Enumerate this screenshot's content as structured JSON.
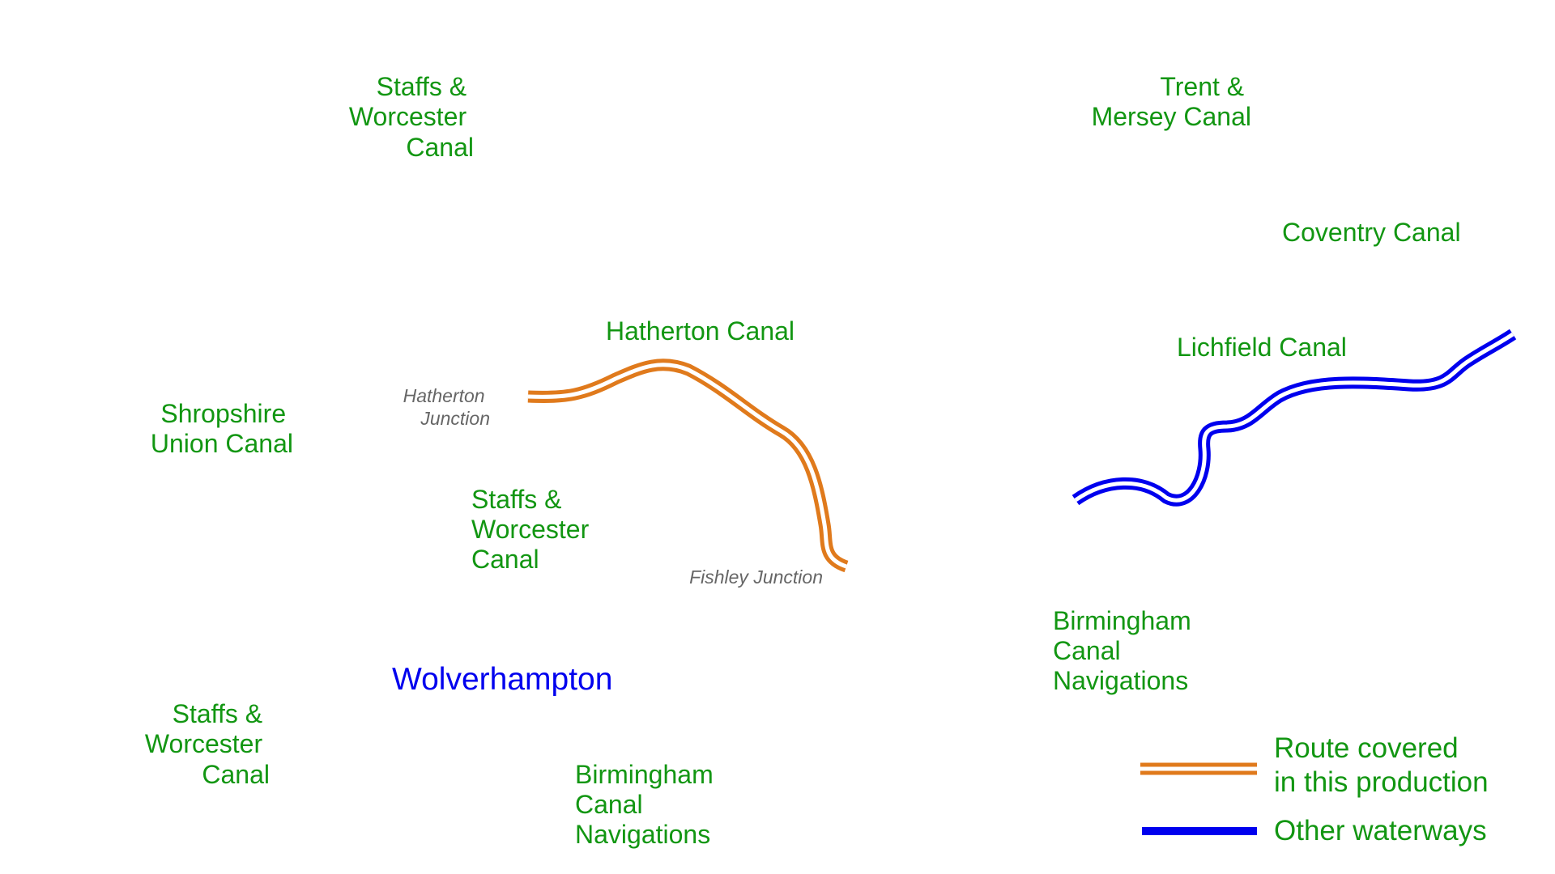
{
  "colors": {
    "waterway": "#0000ee",
    "route": "#e07a1c",
    "canal_label": "#129612",
    "city_label": "#0000ee",
    "junction_label": "#666666",
    "background": "#ffffff"
  },
  "labels": {
    "staffs_worcester_north": [
      "Staffs &",
      "Worcester",
      "Canal"
    ],
    "trent_mersey": [
      "Trent &",
      "Mersey Canal"
    ],
    "coventry": "Coventry Canal",
    "hatherton_canal": "Hatherton Canal",
    "lichfield": "Lichfield Canal",
    "shropshire_union": [
      "Shropshire",
      "Union Canal"
    ],
    "staffs_worcester_middle": [
      "Staffs &",
      "Worcester",
      "Canal"
    ],
    "staffs_worcester_south": [
      "Staffs &",
      "Worcester",
      "Canal"
    ],
    "birmingham_east": [
      "Birmingham",
      "Canal",
      "Navigations"
    ],
    "birmingham_south": [
      "Birmingham",
      "Canal",
      "Navigations"
    ]
  },
  "city": {
    "name": "Wolverhampton"
  },
  "junctions": {
    "hatherton": [
      "Hatherton",
      "Junction"
    ],
    "fishley": "Fishley Junction"
  },
  "legend": {
    "route": [
      "Route covered",
      "in this production"
    ],
    "other": "Other waterways"
  }
}
